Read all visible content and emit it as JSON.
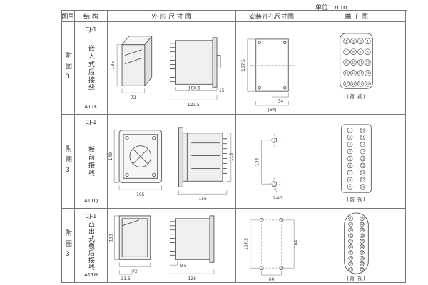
{
  "unit_label": "单位：mm",
  "table": {
    "headers": [
      "图号",
      "结 构",
      "外 形 尺 寸 图",
      "安装开孔尺寸图",
      "端 子 图"
    ],
    "rows": [
      {
        "fig_no": "附图3",
        "structure": {
          "model": "CJ-1",
          "mount": "嵌入式后接线",
          "code": "A11K"
        },
        "outline": {
          "height": "135",
          "width": "72",
          "body_len": "100.5",
          "total_len": "122.5",
          "flange": "15"
        },
        "install": {
          "height": "107.5",
          "width": "34",
          "width_outer": "(64)"
        },
        "terminal": {
          "view": "(背 视)",
          "numbers": [
            "1",
            "2",
            "3",
            "4",
            "5",
            "6",
            "7",
            "8",
            "9",
            "10",
            "11",
            "12",
            "13",
            "14",
            "15",
            "16",
            "17",
            "18",
            "19",
            "20"
          ]
        }
      },
      {
        "fig_no": "附图3",
        "structure": {
          "model": "CJ-1",
          "mount": "板前接线",
          "code": "A11Q"
        },
        "outline": {
          "height": "149",
          "width": "105",
          "total_len": "156",
          "side_height": "115"
        },
        "install": {
          "height": "133",
          "holes": "2-Φ5"
        },
        "terminal": {
          "view": "(前 视)",
          "numbers": [
            "1",
            "10",
            "2",
            "11",
            "3",
            "12",
            "4",
            "13",
            "5",
            "14",
            "6",
            "15",
            "7",
            "16",
            "8",
            "17",
            "9",
            "18"
          ]
        }
      },
      {
        "fig_no": "附图3",
        "structure": {
          "model": "CJ-1",
          "mount": "凸出式板后接线",
          "code": "A11H"
        },
        "outline": {
          "height": "113",
          "width": "72",
          "offset": "31.5",
          "pin_len": "9.5",
          "total_len": "126"
        },
        "install": {
          "height": "107.5",
          "height2": "104",
          "width": "64"
        },
        "terminal": {
          "view": "(背 视)",
          "numbers": [
            "1",
            "11",
            "2",
            "12",
            "3",
            "13",
            "4",
            "14",
            "5",
            "15",
            "6",
            "16",
            "7",
            "17",
            "8",
            "18",
            "9",
            "19",
            "10",
            "20"
          ]
        }
      }
    ]
  }
}
